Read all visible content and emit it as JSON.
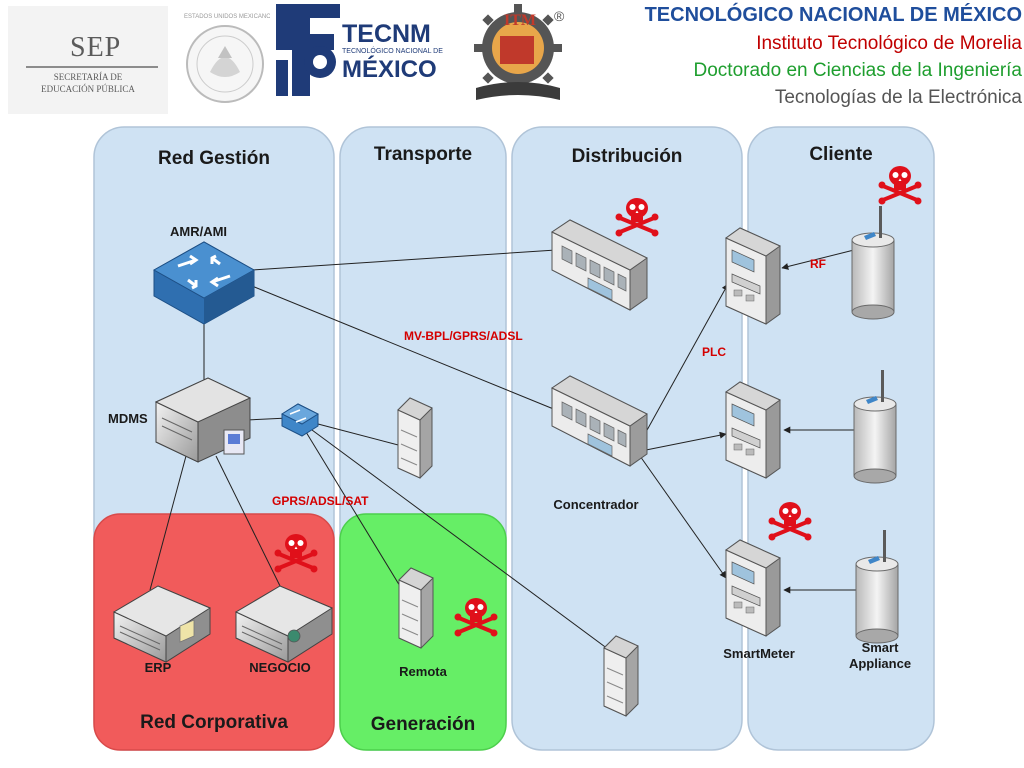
{
  "header": {
    "logos": {
      "sep": {
        "title": "SEP",
        "subtitle_line1": "SECRETARÍA DE",
        "subtitle_line2": "EDUCACIÓN PÚBLICA"
      },
      "seal": {
        "ring_text": "ESTADOS UNIDOS MEXICANOS"
      },
      "tecnm": {
        "big": "TECNM",
        "small": "TECNOLÓGICO NACIONAL DE",
        "country": "MÉXICO"
      },
      "itm": {
        "mark": "ITM",
        "reg": "®"
      }
    },
    "line1": "TECNOLÓGICO NACIONAL DE MÉXICO",
    "line2": "Instituto Tecnológico de Morelia",
    "line3": "Doctorado en Ciencias de la Ingeniería",
    "line4": "Tecnologías de la Electrónica",
    "colors": {
      "line1": "#1f4e9c",
      "line2": "#c00000",
      "line3": "#1e9e2e",
      "line4": "#555555"
    }
  },
  "lanes": {
    "red_gestion": "Red Gestión",
    "transporte": "Transporte",
    "distribucion": "Distribución",
    "cliente": "Cliente",
    "red_corporativa": "Red Corporativa",
    "generacion": "Generación"
  },
  "labels": {
    "amr": "AMR/AMI",
    "mdms": "MDMS",
    "erp": "ERP",
    "negocio": "NEGOCIO",
    "remota": "Remota",
    "concentrador": "Concentrador",
    "smartmeter": "SmartMeter",
    "smart_line1": "Smart",
    "smart_line2": "Appliance"
  },
  "links": {
    "mv": "MV-BPL/GPRS/ADSL",
    "gprs": "GPRS/ADSL/SAT",
    "plc": "PLC",
    "rf": "RF"
  },
  "colors": {
    "lane_blue": "#cfe2f3",
    "lane_red": "#f15b5b",
    "lane_green": "#66ee66",
    "switch_blue": "#3f86c8",
    "threat_red": "#e0101a"
  }
}
